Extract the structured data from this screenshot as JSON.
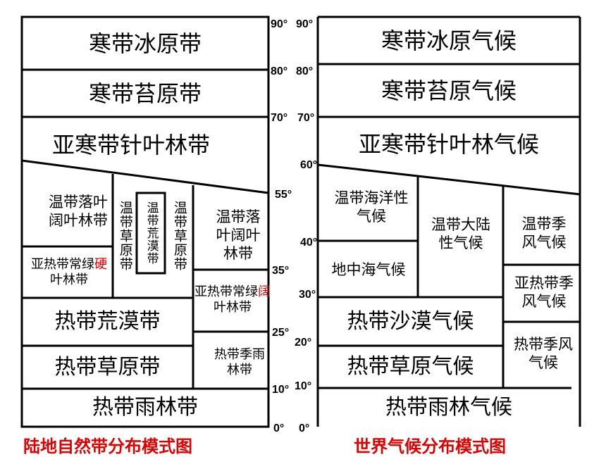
{
  "land": {
    "caption": "陆地自然带分布模式图",
    "zones": {
      "frigid_ice": "寒带冰原带",
      "frigid_tundra": "寒带苔原带",
      "subarctic_conifer": "亚寒带针叶林带",
      "temperate_deciduous_west": "温带落叶阔叶林带",
      "subtropical_hard_pre": "亚热带常绿",
      "subtropical_hard_red": "硬",
      "subtropical_hard_post": "叶林带",
      "temperate_grassland_left": "温带草原带",
      "temperate_desert": "温带荒漠带",
      "temperate_grassland_right": "温带草原带",
      "temperate_deciduous_east": "温带落叶阔叶林带",
      "subtropical_broad_pre": "亚热带常绿",
      "subtropical_broad_red": "阔",
      "subtropical_broad_post": "叶林带",
      "tropical_desert": "热带荒漠带",
      "tropical_monsoon_forest": "热带季雨林带",
      "tropical_grassland": "热带草原带",
      "tropical_rainforest": "热带雨林带"
    }
  },
  "climate": {
    "caption": "世界气候分布模式图",
    "zones": {
      "ice_cap": "寒带冰原气候",
      "tundra": "寒带苔原气候",
      "subarctic": "亚寒带针叶林气候",
      "temperate_maritime": "温带海洋性气候",
      "temperate_continental": "温带大陆性气候",
      "temperate_monsoon": "温带季风气候",
      "mediterranean": "地中海气候",
      "subtropical_monsoon": "亚热带季风气候",
      "tropical_desert": "热带沙漠气候",
      "tropical_monsoon": "热带季风气候",
      "tropical_grassland": "热带草原气候",
      "tropical_rainforest": "热带雨林气候"
    }
  },
  "latitudes": {
    "land": [
      "90°",
      "80°",
      "70°",
      "55°",
      "35°",
      "25°",
      "10°",
      "0°"
    ],
    "climate": [
      "90°",
      "80°",
      "70°",
      "60°",
      "40°",
      "30°",
      "20°",
      "10°",
      "0°"
    ]
  }
}
